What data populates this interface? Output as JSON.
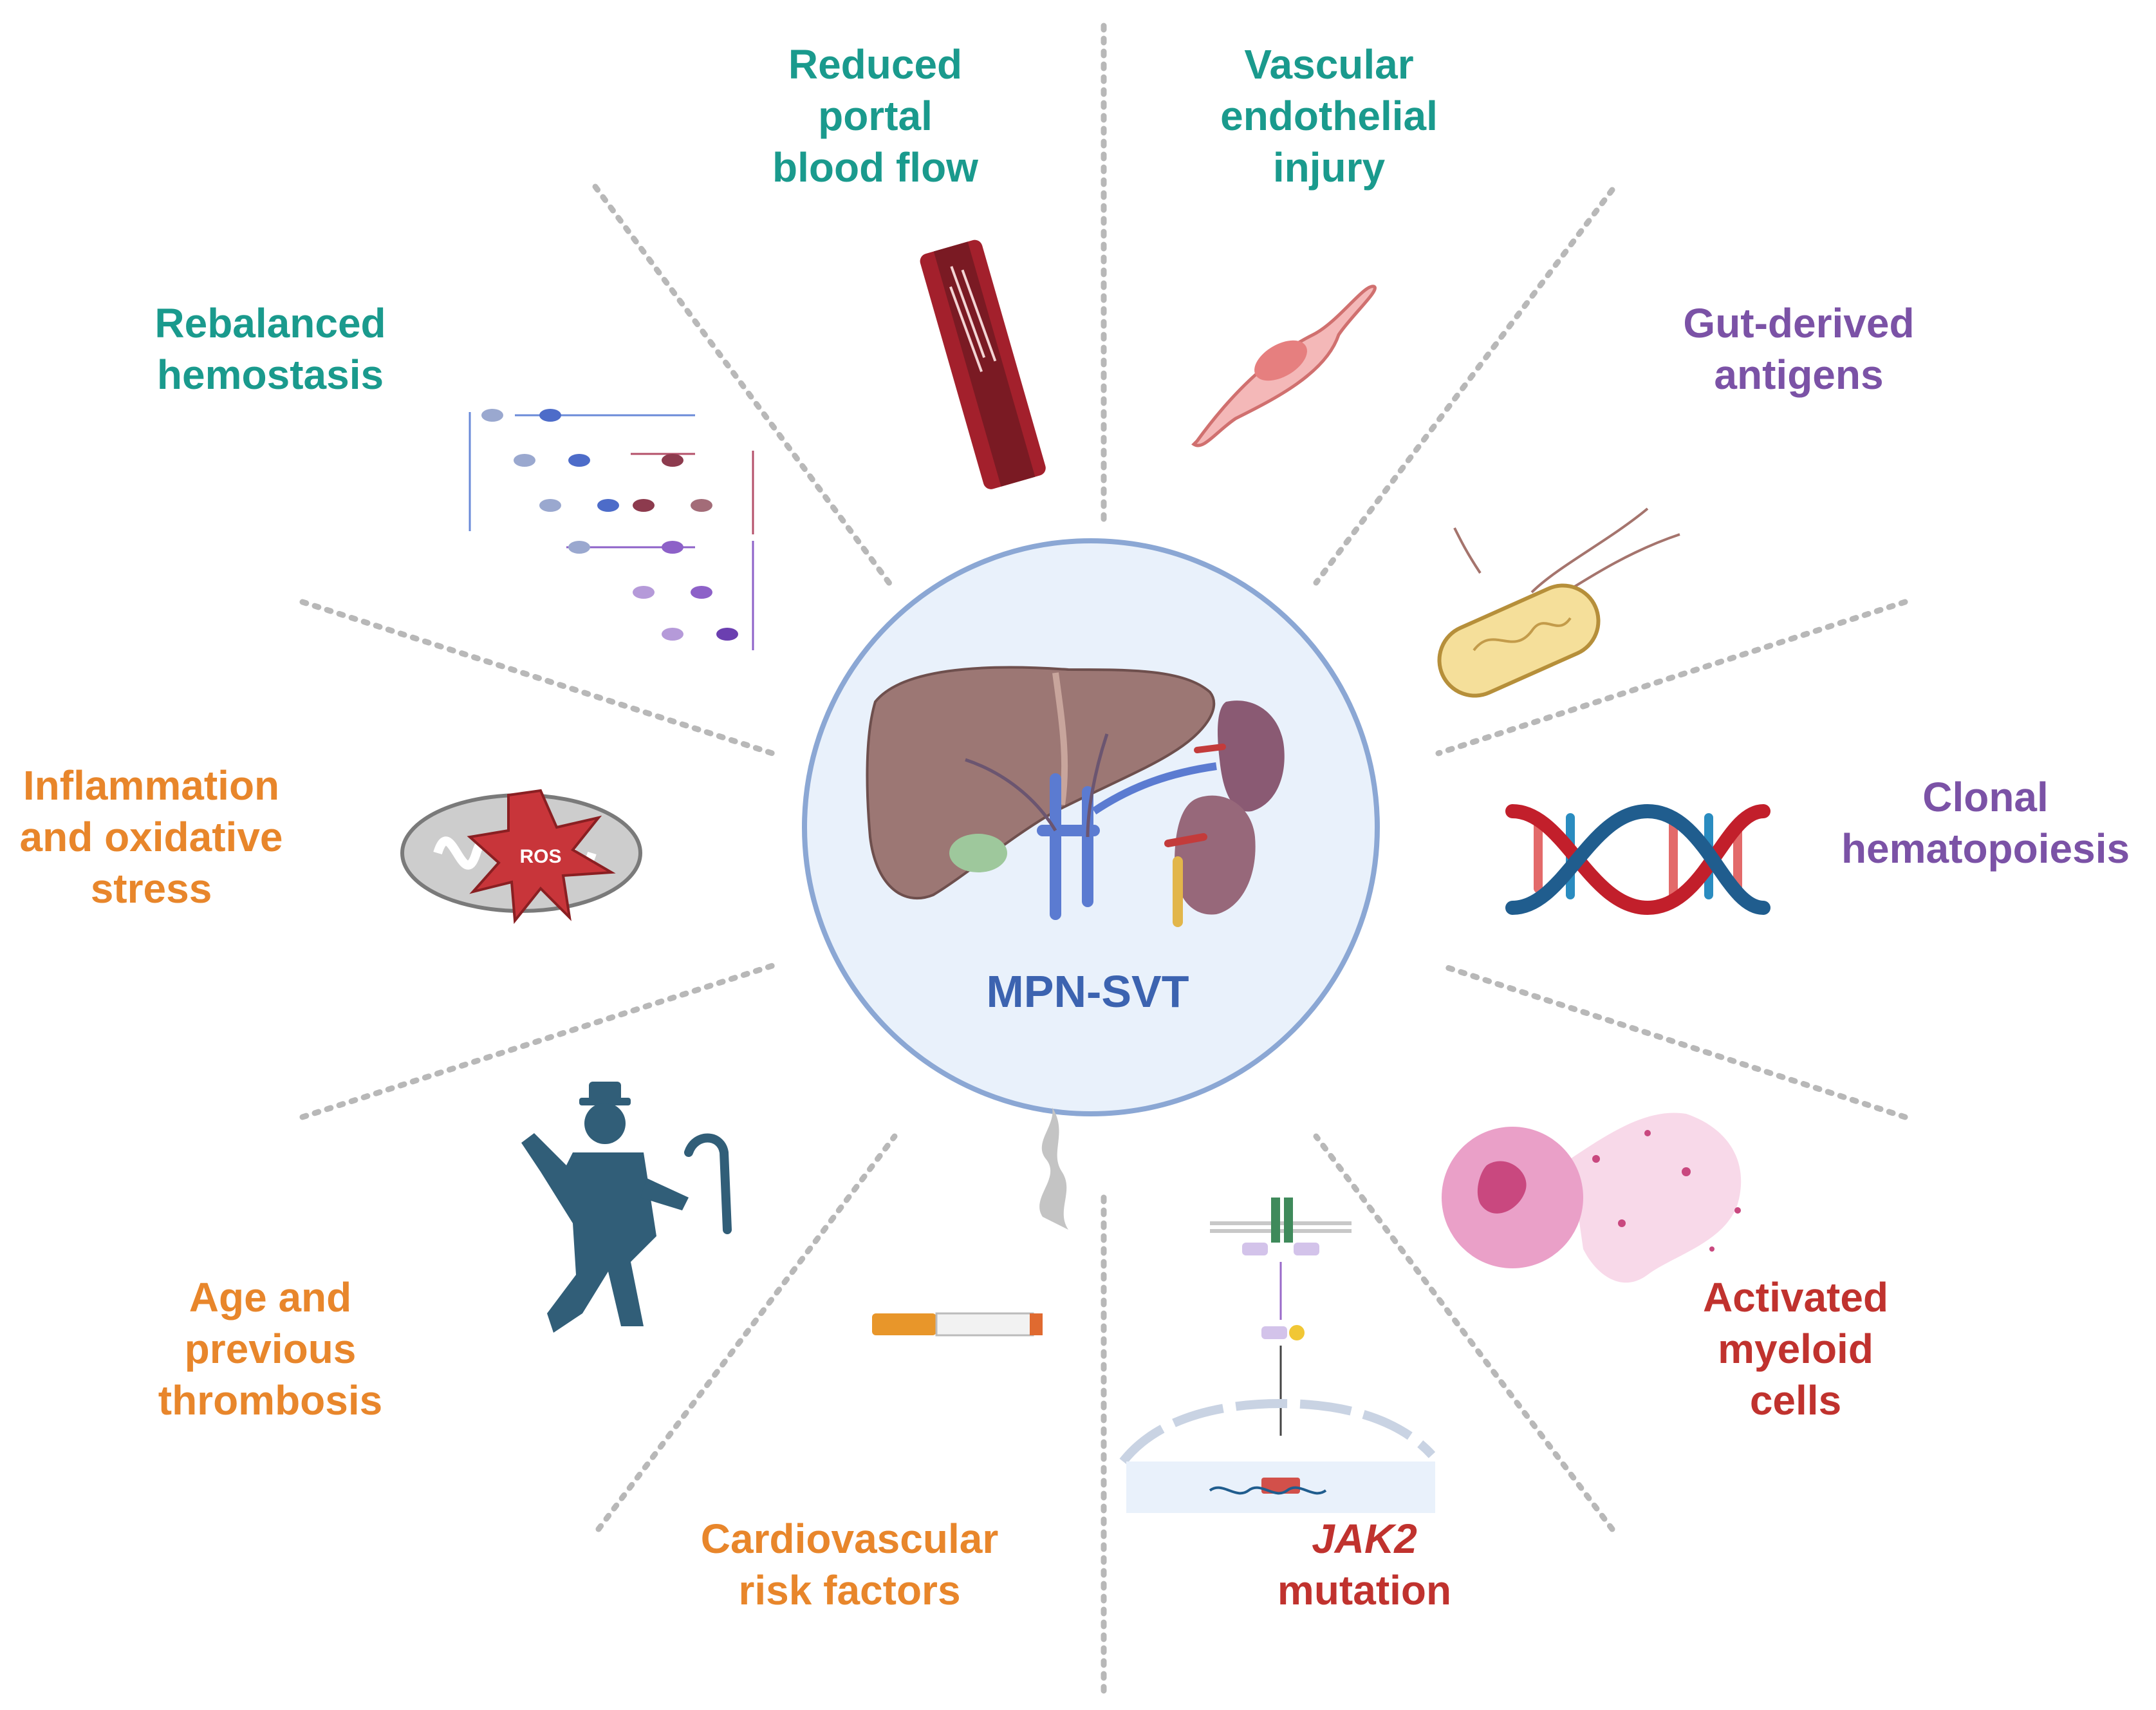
{
  "center": {
    "label": "MPN-SVT"
  },
  "factors": {
    "reduced_portal": {
      "line1": "Reduced",
      "line2": "portal",
      "line3": "blood flow",
      "color": "#1a9a8d"
    },
    "vascular_injury": {
      "line1": "Vascular",
      "line2": "endothelial",
      "line3": "injury",
      "color": "#1a9a8d"
    },
    "rebalanced_hemostasis": {
      "line1": "Rebalanced",
      "line2": "hemostasis",
      "color": "#1a9a8d"
    },
    "gut_antigens": {
      "line1": "Gut-derived",
      "line2": "antigens",
      "color": "#7b52a6"
    },
    "clonal_hematopoiesis": {
      "line1": "Clonal",
      "line2": "hematopoiesis",
      "color": "#7b52a6"
    },
    "inflammation": {
      "line1": "Inflammation",
      "line2": "and oxidative",
      "line3": "stress",
      "color": "#e8862b"
    },
    "age_thrombosis": {
      "line1": "Age and",
      "line2": "previous",
      "line3": "thrombosis",
      "color": "#e8862b"
    },
    "cardiovascular": {
      "line1": "Cardiovascular",
      "line2": "risk factors",
      "color": "#e8862b"
    },
    "jak2": {
      "line1": "JAK2",
      "line2": "mutation",
      "color": "#c0322e"
    },
    "myeloid": {
      "line1": "Activated",
      "line2": "myeloid",
      "line3": "cells",
      "color": "#c0322e"
    }
  },
  "icons": {
    "mitochondrion_label": "ROS"
  },
  "colors": {
    "circle_fill": "#e9f1fb",
    "circle_stroke": "#8ba7d4",
    "divider": "#b8b8b8"
  }
}
